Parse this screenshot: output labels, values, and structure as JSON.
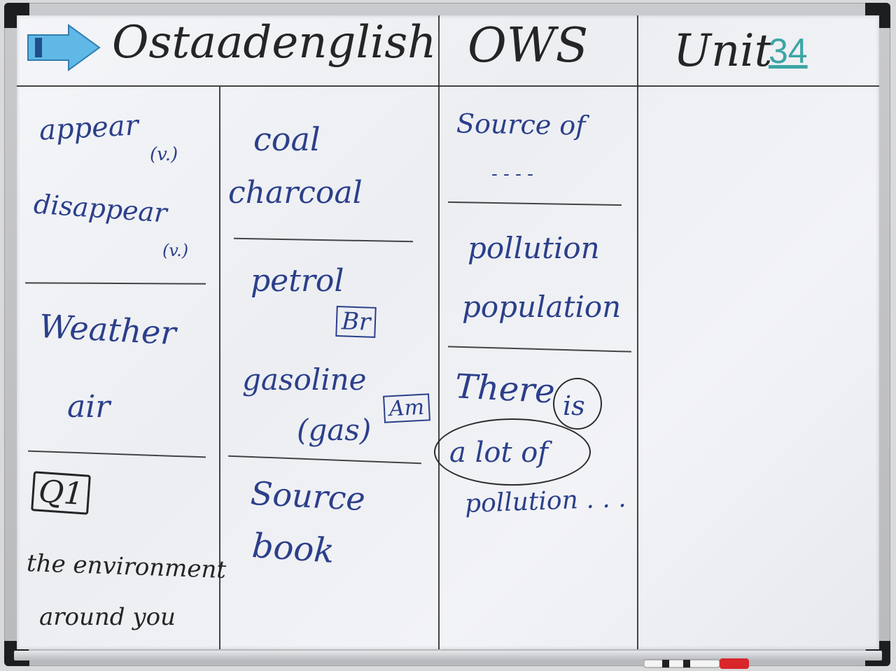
{
  "header": {
    "brand": "Ostaadenglish",
    "section": "OWS",
    "unit_label": "Unit",
    "unit_number": "34"
  },
  "col1": {
    "appear": "appear",
    "appear_pos": "(v.)",
    "disappear": "disappear",
    "disappear_pos": "(v.)",
    "weather": "Weather",
    "air": "air",
    "q_badge": "Q1",
    "environment": "the environment",
    "around_you": "around you"
  },
  "col2": {
    "coal": "coal",
    "charcoal": "charcoal",
    "petrol": "petrol",
    "br_badge": "Br",
    "gasoline": "gasoline",
    "gas": "(gas)",
    "am_badge": "Am",
    "source": "Source",
    "book": "book"
  },
  "col3": {
    "source_of": "Source of",
    "dashes": "- - - -",
    "pollution": "pollution",
    "population": "population",
    "there": "There",
    "is": "is",
    "a_lot_of": "a lot of",
    "pollution_ellipsis": "pollution . . ."
  },
  "colors": {
    "blue_ink": "#2b3f8a",
    "black_ink": "#252526",
    "teal_ink": "#3aa6a4",
    "eraser": "#5fb8e6",
    "marker_cap": "#d8262b"
  },
  "icons": {
    "eraser": "eraser-icon",
    "marker": "marker-icon"
  }
}
